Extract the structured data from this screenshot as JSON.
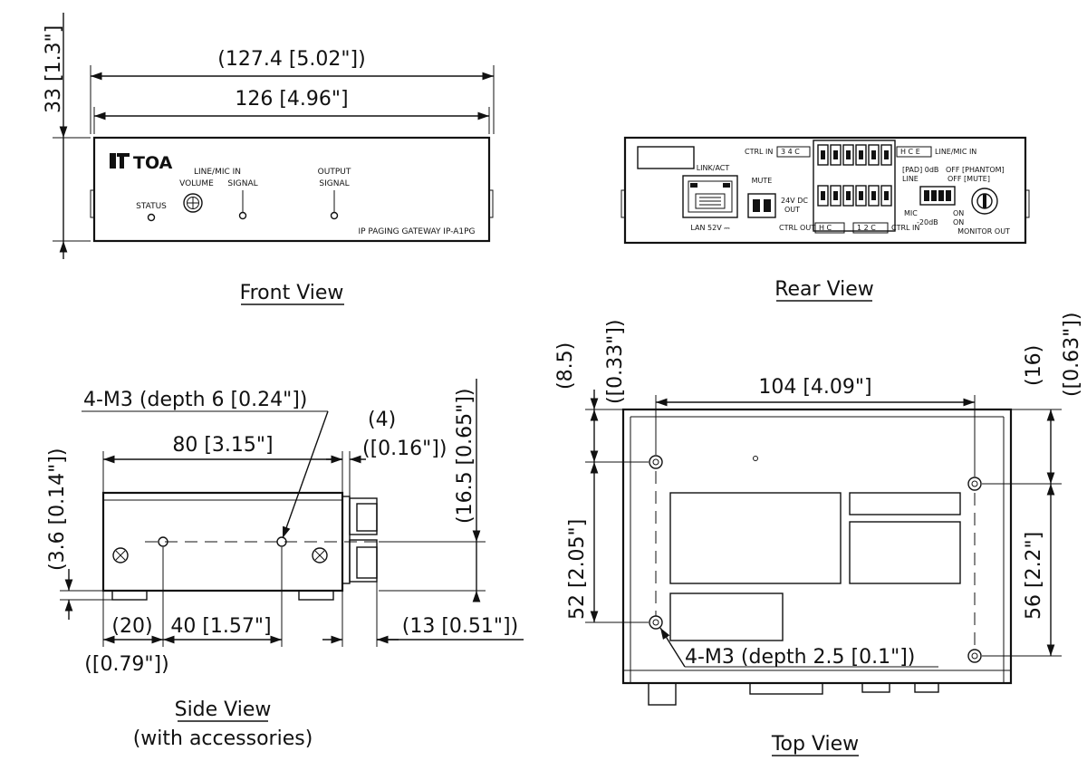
{
  "front": {
    "brand": "TOA",
    "status_label": "STATUS",
    "linemic_label": "LINE/MIC IN",
    "volume_label": "VOLUME",
    "signal_label": "SIGNAL",
    "output_label": "OUTPUT",
    "output_signal_label": "SIGNAL",
    "model_label": "IP PAGING GATEWAY   IP-A1PG",
    "dim_outer": "(127.4 [5.02\"])",
    "dim_width": "126 [4.96\"]",
    "dim_height": "33 [1.3\"]",
    "caption": "Front View"
  },
  "rear": {
    "ctrl_in_top": "CTRL IN",
    "ctrl_in_top_terms": "3 4 C",
    "linemic_terms": "H C E",
    "linemic_in": "LINE/MIC IN",
    "link_act": "LINK/ACT",
    "mute": "MUTE",
    "dc": "24V DC",
    "dc_out": "OUT",
    "lan": "LAN 52V ⎓",
    "pad": "[PAD] 0dB",
    "line": "LINE",
    "mic": "MIC",
    "minus20": "-20dB",
    "phantom": "OFF [PHANTOM]",
    "mute_sw": "OFF [MUTE]",
    "on1": "ON",
    "on2": "ON",
    "ctrl_out": "CTRL OUT",
    "ctrl_out_terms": "H C",
    "ctrl_in_bottom_terms": "1 2 C",
    "ctrl_in_bottom": "CTRL IN",
    "monitor_out": "MONITOR OUT",
    "caption": "Rear View"
  },
  "side": {
    "screw": "4-M3 (depth 6 [0.24\"])",
    "dim_80": "80 [3.15\"]",
    "dim_4": "(4)",
    "dim_4in": "([0.16\"])",
    "dim_165": "(16.5 [0.65\"])",
    "dim_36": "(3.6 [0.14\"])",
    "dim_20": "(20)",
    "dim_20in": "([0.79\"])",
    "dim_40": "40 [1.57\"]",
    "dim_13": "(13 [0.51\"])",
    "caption": "Side View",
    "subcaption": "(with accessories)"
  },
  "top": {
    "dim_104": "104 [4.09\"]",
    "dim_85": "(8.5)",
    "dim_85in": "([0.33\"])",
    "dim_16": "(16)",
    "dim_16in": "([0.63\"])",
    "dim_52": "52 [2.05\"]",
    "dim_56": "56 [2.2\"]",
    "screw": "4-M3 (depth 2.5 [0.1\"])",
    "caption": "Top View"
  }
}
